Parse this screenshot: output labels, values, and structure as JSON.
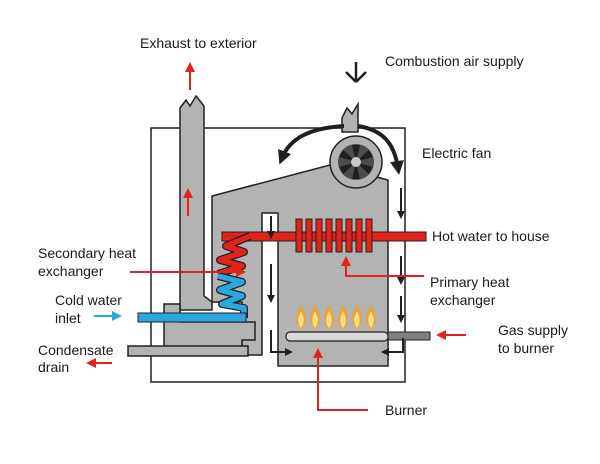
{
  "labels": {
    "exhaust": "Exhaust to exterior",
    "combustion_air": "Combustion air supply",
    "electric_fan": "Electric fan",
    "secondary_hx_1": "Secondary heat",
    "secondary_hx_2": "exchanger",
    "hot_water": "Hot water to house",
    "primary_hx_1": "Primary heat",
    "primary_hx_2": "exchanger",
    "cold_water_1": "Cold water",
    "cold_water_2": "inlet",
    "gas_supply_1": "Gas supply",
    "gas_supply_2": "to burner",
    "condensate_1": "Condensate",
    "condensate_2": "drain",
    "burner": "Burner"
  },
  "colors": {
    "hot_red": "#e2231a",
    "cold_blue": "#29a8e0",
    "duct_gray": "#b3b3b3",
    "outline": "#231f20",
    "flame_yellow": "#f5c842",
    "flame_orange": "#f0a23a",
    "arrow_black": "#231f20",
    "arrow_red": "#e2231a"
  }
}
